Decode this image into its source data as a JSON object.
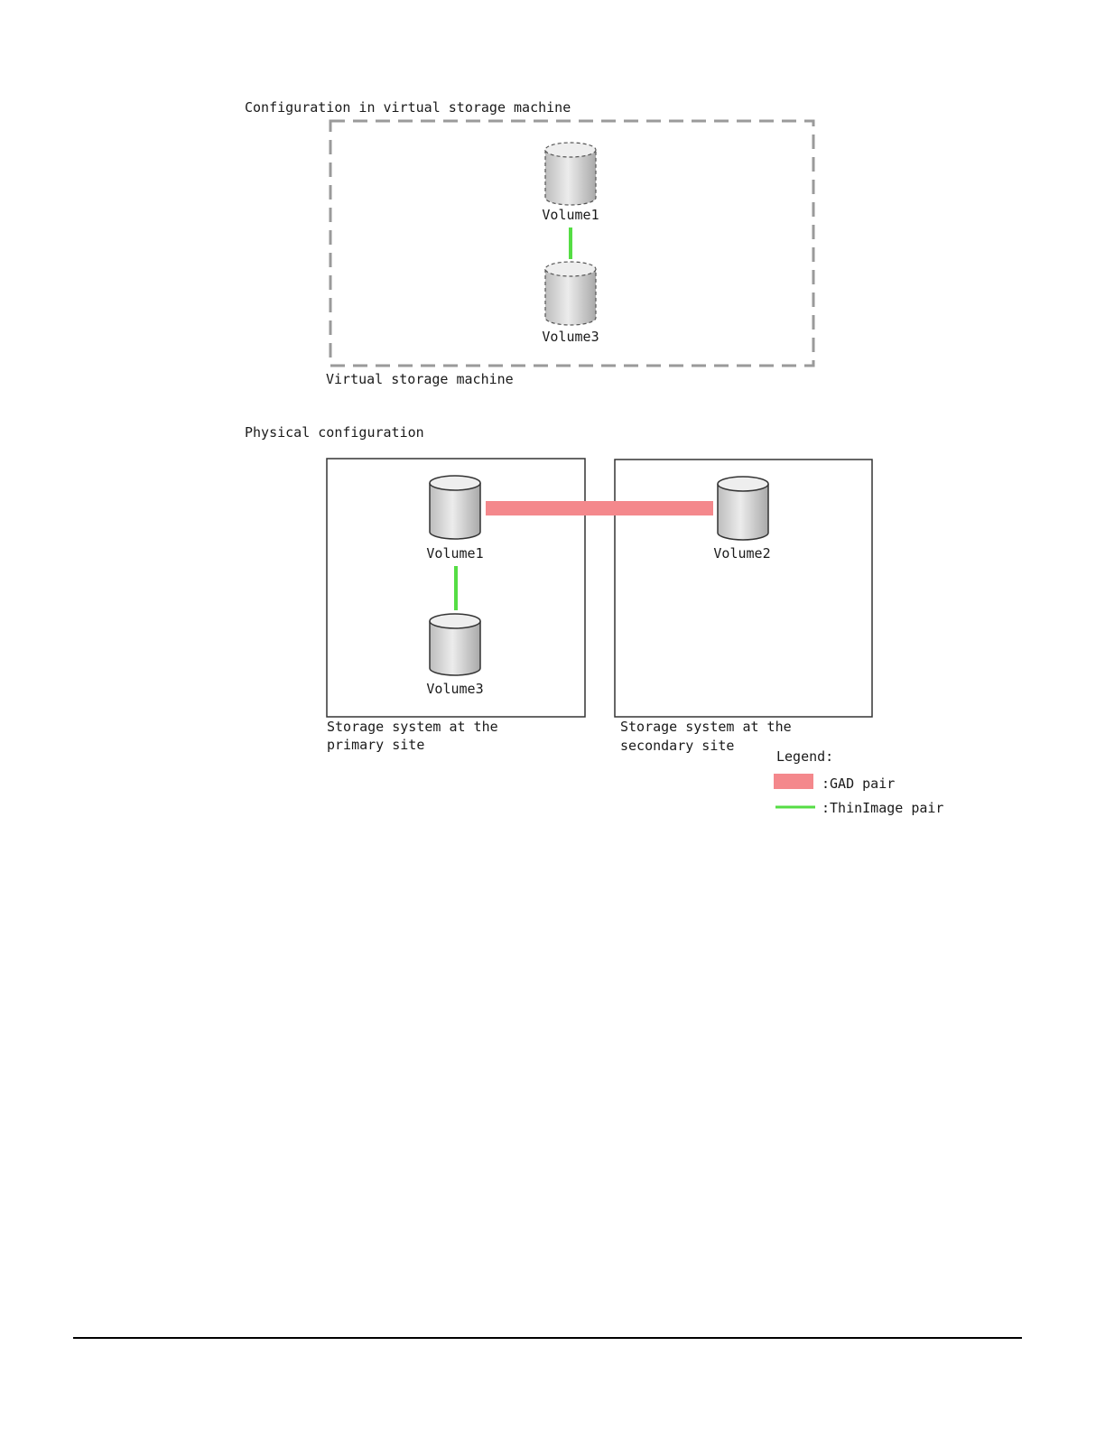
{
  "virtual_section": {
    "heading": "Configuration in virtual storage machine",
    "box_label": "Virtual storage machine",
    "volumes": [
      {
        "label": "Volume1"
      },
      {
        "label": "Volume3"
      }
    ]
  },
  "physical_section": {
    "heading": "Physical configuration",
    "primary": {
      "label_line1": "Storage system at the",
      "label_line2": "primary site",
      "volumes": [
        {
          "label": "Volume1"
        },
        {
          "label": "Volume3"
        }
      ]
    },
    "secondary": {
      "label_line1": "Storage system at the",
      "label_line2": "secondary site",
      "volumes": [
        {
          "label": "Volume2"
        }
      ]
    }
  },
  "legend": {
    "title": "Legend:",
    "items": [
      {
        "label": ":GAD pair",
        "color": "#f4888c"
      },
      {
        "label": ":ThinImage pair",
        "color": "#55dd44"
      }
    ]
  },
  "colors": {
    "gad_pair": "#f4888c",
    "thinimage_pair": "#55dd44",
    "cylinder_fill": "#d6d6d6",
    "cylinder_top": "#eeeeee",
    "dashed_box": "#9a9a9a"
  }
}
